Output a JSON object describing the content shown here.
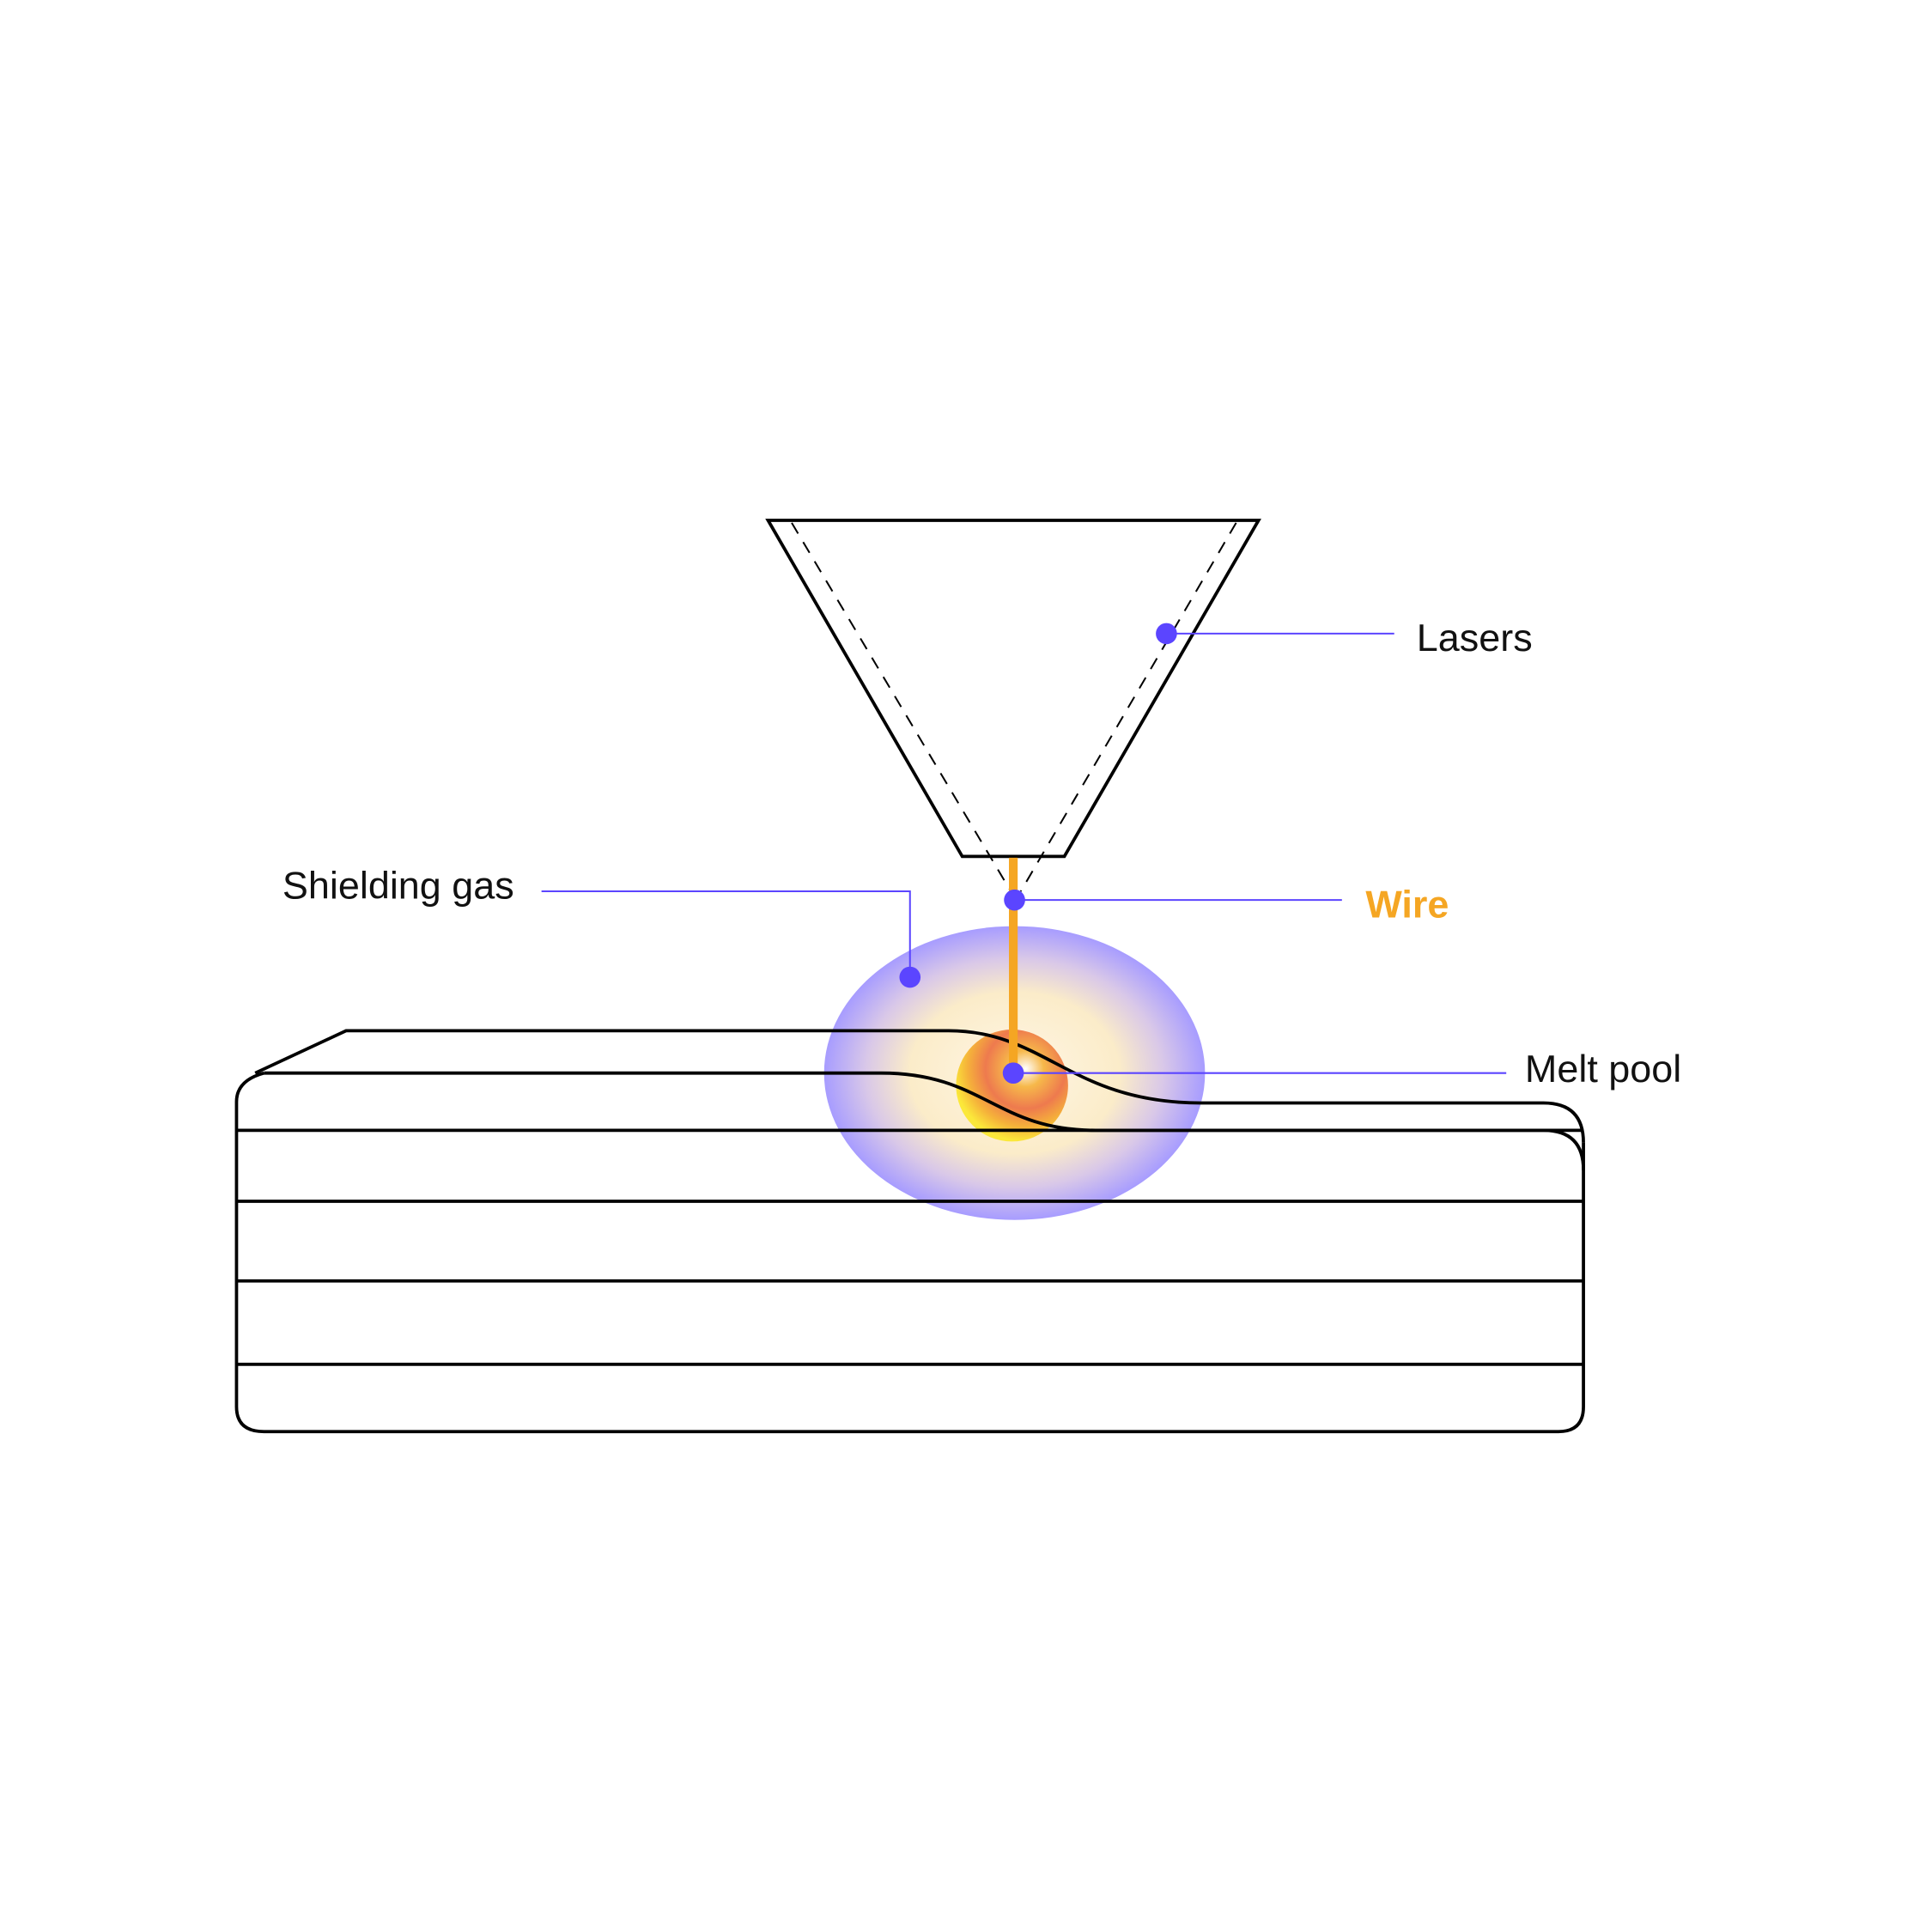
{
  "labels": {
    "lasers": "Lasers",
    "wire": "Wire",
    "shielding_gas": "Shielding gas",
    "melt_pool": "Melt pool"
  },
  "colors": {
    "callout": "#5B45FF",
    "wire": "#F5A623",
    "outline": "#000000"
  }
}
